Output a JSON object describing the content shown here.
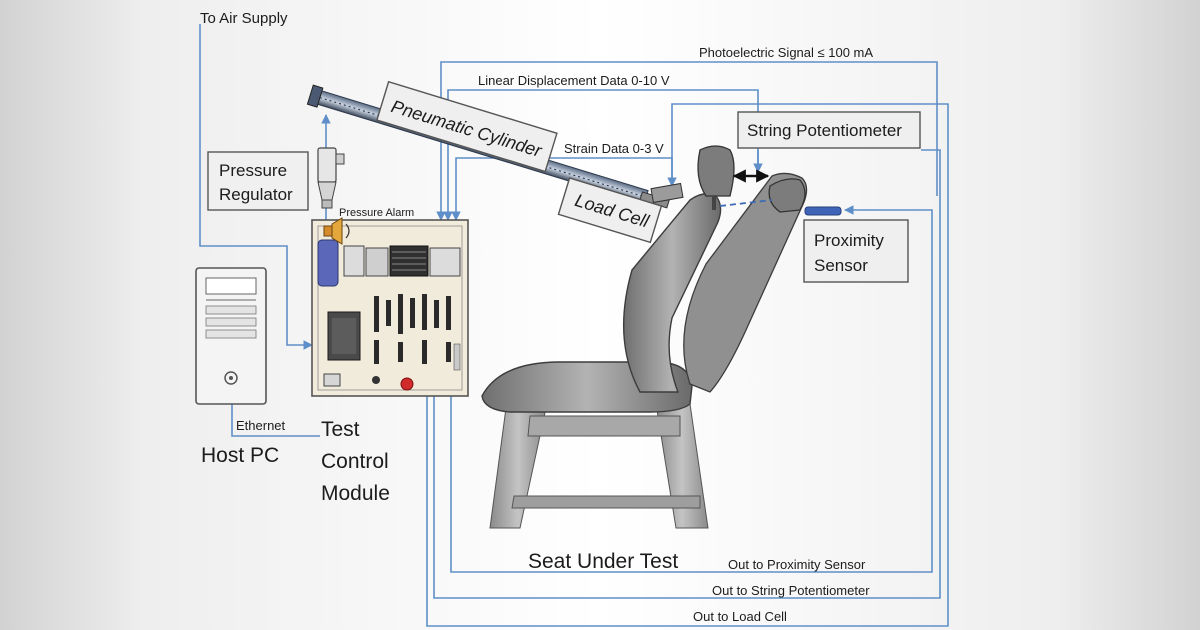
{
  "labels": {
    "air_supply": "To Air Supply",
    "photoelectric": "Photoelectric Signal  ≤ 100 mA",
    "linear_displacement": "Linear Displacement Data  0-10 V",
    "string_pot": "String Potentiometer",
    "pneumatic": "Pneumatic Cylinder",
    "strain": "Strain Data  0-3 V",
    "pressure_reg_1": "Pressure",
    "pressure_reg_2": "Regulator",
    "pressure_alarm": "Pressure Alarm",
    "load_cell": "Load Cell",
    "proximity_1": "Proximity",
    "proximity_2": "Sensor",
    "ethernet": "Ethernet",
    "host_pc": "Host PC",
    "module_1": "Test",
    "module_2": "Control",
    "module_3": "Module",
    "seat": "Seat Under Test",
    "out_proximity": "Out to Proximity Sensor",
    "out_string": "Out to String Potentiometer",
    "out_load": "Out to Load Cell"
  },
  "colors": {
    "wire": "#5f8fc8",
    "background_side": "#cfcfcf",
    "module_panel": "#f1ebdc",
    "seat_body": "#8c8c8c",
    "seat_frame": "#9a9a9a",
    "alarm_button": "#d02a2a",
    "motor": "#5b67b8"
  },
  "icons": [
    "host-pc-tower-icon",
    "pressure-regulator-icon",
    "speaker-alarm-icon",
    "double-arrow-icon",
    "proximity-sensor-icon"
  ]
}
